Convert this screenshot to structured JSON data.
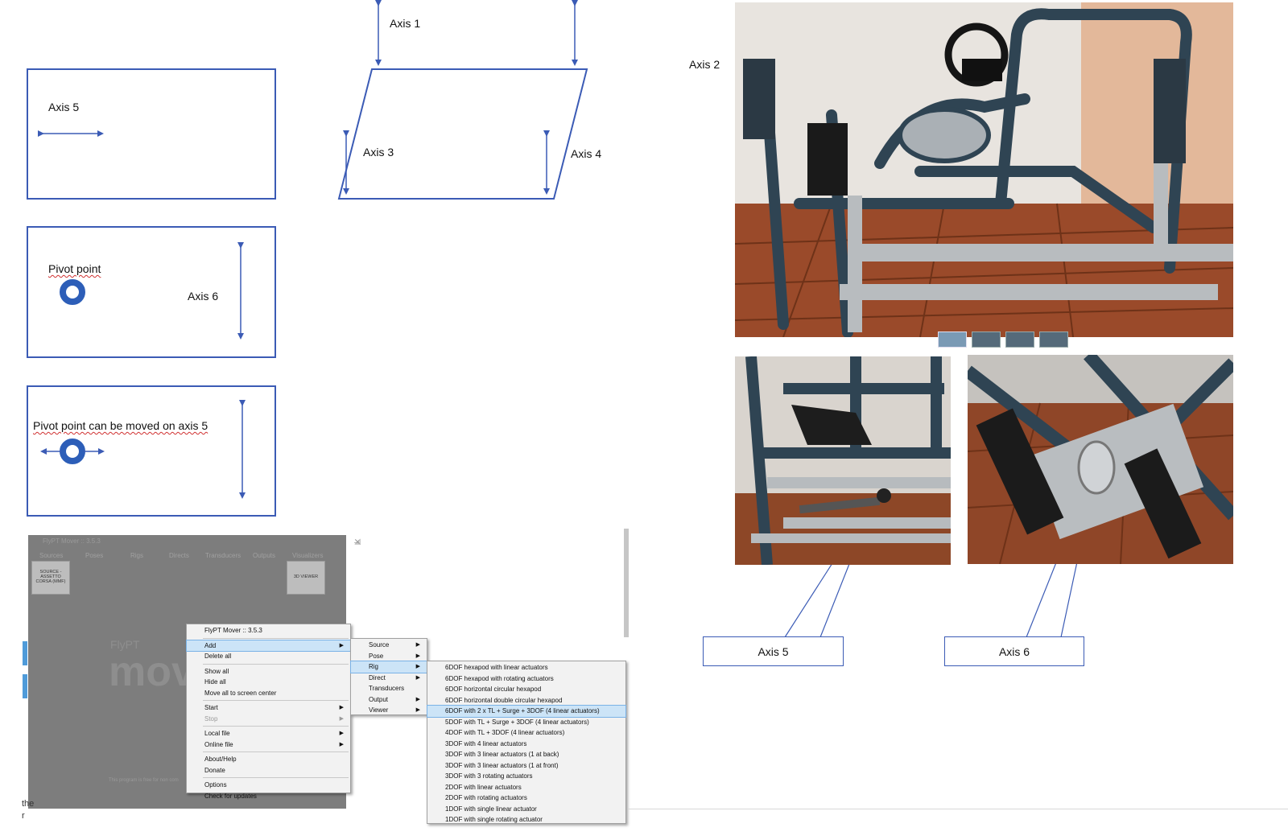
{
  "diagram": {
    "axis1": "Axis 1",
    "axis2": "Axis 2",
    "axis3": "Axis 3",
    "axis4": "Axis 4",
    "axis5": "Axis 5",
    "axis6": "Axis 6",
    "pivot_point": "Pivot point",
    "pivot_point_moved": "Pivot point can be moved on axis 5"
  },
  "callouts": {
    "axis5": "Axis 5",
    "axis6": "Axis 6"
  },
  "colors": {
    "diagram_blue": "#3b5bb5",
    "pivot_blue": "#2d5eb8",
    "menu_highlight": "#cce4f7"
  },
  "app": {
    "title": "FlyPT Mover :: 3.5.3",
    "tabs": [
      "Sources",
      "Poses",
      "Rigs",
      "Directs",
      "Transducers",
      "Outputs",
      "Visualizers"
    ],
    "source_module": "SOURCE - ASSETTO CORSA (MMF)",
    "viewer_module": "3D VIEWER",
    "logo_small": "FlyPT",
    "logo_big": "mov",
    "free_note": "This program is free for non com"
  },
  "menu_main": {
    "header": "FlyPT Mover :: 3.5.3",
    "items": {
      "add": "Add",
      "delete_all": "Delete all",
      "show_all": "Show all",
      "hide_all": "Hide all",
      "move_center": "Move all to screen center",
      "start": "Start",
      "stop": "Stop",
      "local_file": "Local file",
      "online_file": "Online file",
      "about": "About/Help",
      "donate": "Donate",
      "options": "Options",
      "check_updates": "Check for updates"
    }
  },
  "menu_add": {
    "source": "Source",
    "pose": "Pose",
    "rig": "Rig",
    "direct": "Direct",
    "transducers": "Transducers",
    "output": "Output",
    "viewer": "Viewer"
  },
  "menu_rig": [
    "6DOF hexapod with linear actuators",
    "6DOF hexapod with rotating actuators",
    "6DOF horizontal circular hexapod",
    "6DOF horizontal double circular hexapod",
    "6DOF with 2 x TL + Surge + 3DOF (4 linear actuators)",
    "5DOF with TL + Surge + 3DOF (4 linear actuators)",
    "4DOF with TL + 3DOF (4 linear actuators)",
    "3DOF with 4 linear actuators",
    "3DOF with 3 linear actuators (1 at back)",
    "3DOF with 3 linear actuators (1 at front)",
    "3DOF with 3 rotating actuators",
    "2DOF with linear actuators",
    "2DOF with rotating actuators",
    "1DOF with single linear actuator",
    "1DOF with single rotating actuator"
  ],
  "left_fragments": {
    "the": "the",
    "r": "r"
  }
}
